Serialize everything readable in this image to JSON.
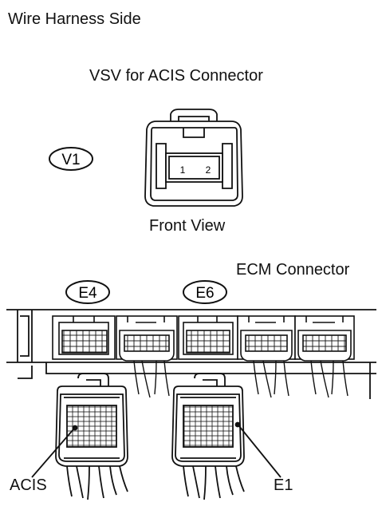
{
  "header": {
    "title": "Wire Harness Side"
  },
  "vsv": {
    "title": "VSV for ACIS Connector",
    "badge": "V1",
    "pins": [
      "1",
      "2"
    ],
    "view_label": "Front View"
  },
  "ecm": {
    "title": "ECM Connector",
    "badges": [
      "E4",
      "E6"
    ],
    "terminals": {
      "left": "ACIS",
      "right": "E1"
    }
  }
}
